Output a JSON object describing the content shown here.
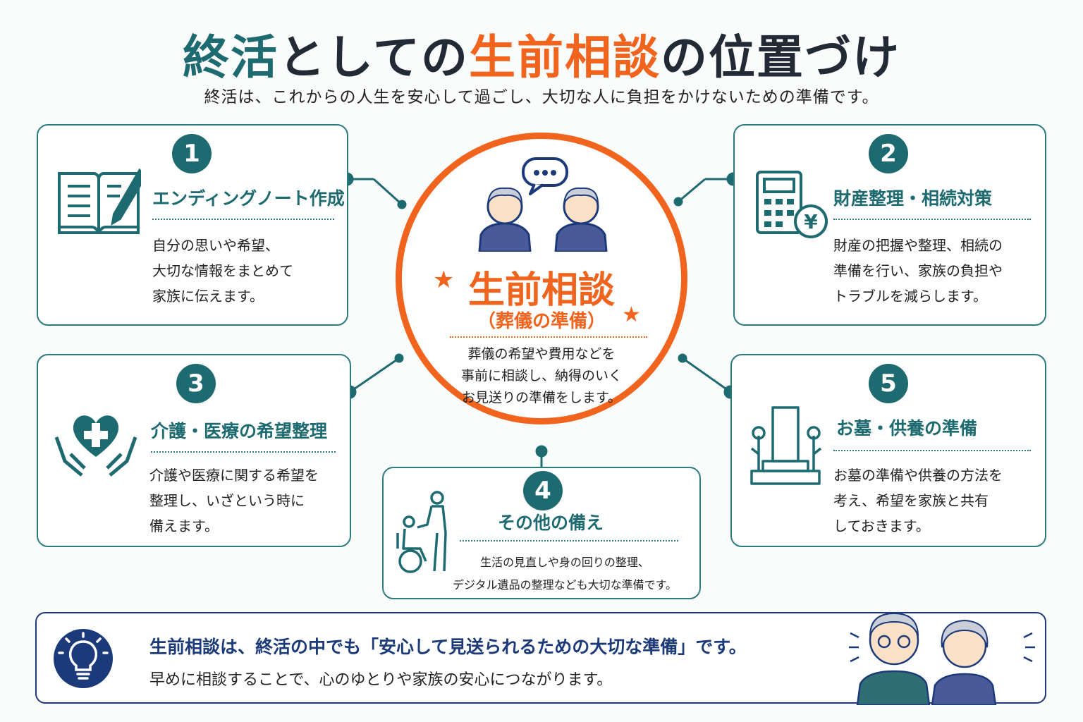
{
  "title": {
    "part1": "終活",
    "part2": "としての",
    "part3": "生前相談",
    "part4": "の位置づけ"
  },
  "subtitle": "終活は、これからの人生を安心して過ごし、大切な人に負担をかけないための準備です。",
  "center": {
    "title": "生前相談",
    "sub": "（葬儀の準備）",
    "body": "葬儀の希望や費用などを\n事前に相談し、納得のいく\nお見送りの準備をします。",
    "star": "★"
  },
  "cards": [
    {
      "num": "1",
      "title": "エンディングノート作成",
      "body": "自分の思いや希望、\n大切な情報をまとめて\n家族に伝えます。",
      "icon": "notebook-pen-icon"
    },
    {
      "num": "2",
      "title": "財産整理・相続対策",
      "body": "財産の把握や整理、相続の\n準備を行い、家族の負担や\nトラブルを減らします。",
      "icon": "calculator-yen-icon"
    },
    {
      "num": "3",
      "title": "介護・医療の希望整理",
      "body": "介護や医療に関する希望を\n整理し、いざという時に\n備えます。",
      "icon": "heart-hands-icon"
    },
    {
      "num": "4",
      "title": "その他の備え",
      "body": "生活の見直しや身の回りの整理、\nデジタル遺品の整理なども大切な準備です。",
      "icon": "wheelchair-care-icon"
    },
    {
      "num": "5",
      "title": "お墓・供養の準備",
      "body": "お墓の準備や供養の方法を\n考え、希望を家族と共有\nしておきます。",
      "icon": "grave-flowers-icon"
    }
  ],
  "footer": {
    "line1": "生前相談は、終活の中でも「安心して見送られるための大切な準備」です。",
    "line2": "早めに相談することで、心のゆとりや家族の安心につながります。",
    "icon": "lightbulb-icon"
  },
  "colors": {
    "teal": "#1d6b70",
    "orange": "#f0641e",
    "navy": "#1c3a7a"
  }
}
